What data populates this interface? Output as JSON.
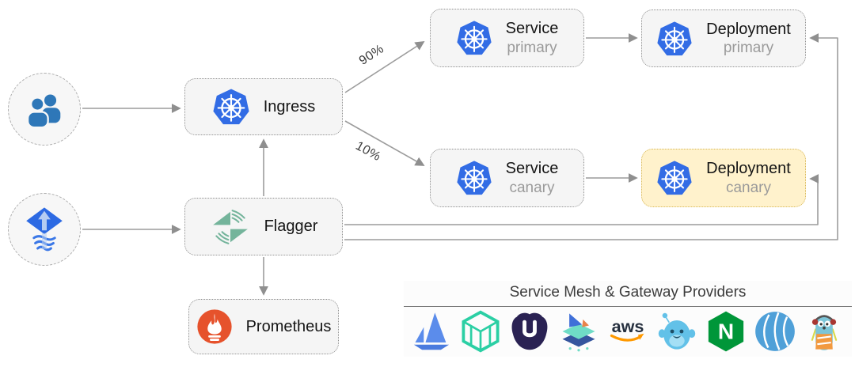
{
  "diagram": {
    "nodes": {
      "users": {
        "icon": "users-icon"
      },
      "flux": {
        "icon": "flux-gitops-icon"
      },
      "ingress": {
        "label": "Ingress",
        "icon": "kubernetes-icon"
      },
      "flagger": {
        "label": "Flagger",
        "icon": "flagger-icon"
      },
      "prometheus": {
        "label": "Prometheus",
        "icon": "prometheus-icon"
      },
      "service_primary": {
        "label": "Service",
        "sublabel": "primary",
        "icon": "kubernetes-icon"
      },
      "service_canary": {
        "label": "Service",
        "sublabel": "canary",
        "icon": "kubernetes-icon"
      },
      "deployment_primary": {
        "label": "Deployment",
        "sublabel": "primary",
        "icon": "kubernetes-icon"
      },
      "deployment_canary": {
        "label": "Deployment",
        "sublabel": "canary",
        "icon": "kubernetes-icon"
      }
    },
    "edges": {
      "traffic_split_primary": "90%",
      "traffic_split_canary": "10%"
    },
    "colors": {
      "kubernetes_blue": "#326CE5",
      "node_fill": "#F5F5F5",
      "node_border": "#8F8F8F",
      "canary_fill": "#FFF2CC",
      "canary_border": "#D6B656",
      "arrow_gray": "#9C9C9C",
      "flagger_teal": "#74B49B",
      "prometheus_orange": "#E6522C",
      "users_blue": "#2E77B8",
      "flux_blue": "#2D6AE3",
      "sublabel_gray": "#9A9A9A"
    }
  },
  "providers": {
    "title": "Service Mesh & Gateway Providers",
    "logos": [
      {
        "name": "istio"
      },
      {
        "name": "linkerd"
      },
      {
        "name": "kuma"
      },
      {
        "name": "open-service-mesh"
      },
      {
        "name": "aws-app-mesh",
        "text": "aws"
      },
      {
        "name": "gloo"
      },
      {
        "name": "nginx",
        "letter": "N"
      },
      {
        "name": "contour"
      },
      {
        "name": "traefik"
      }
    ]
  }
}
